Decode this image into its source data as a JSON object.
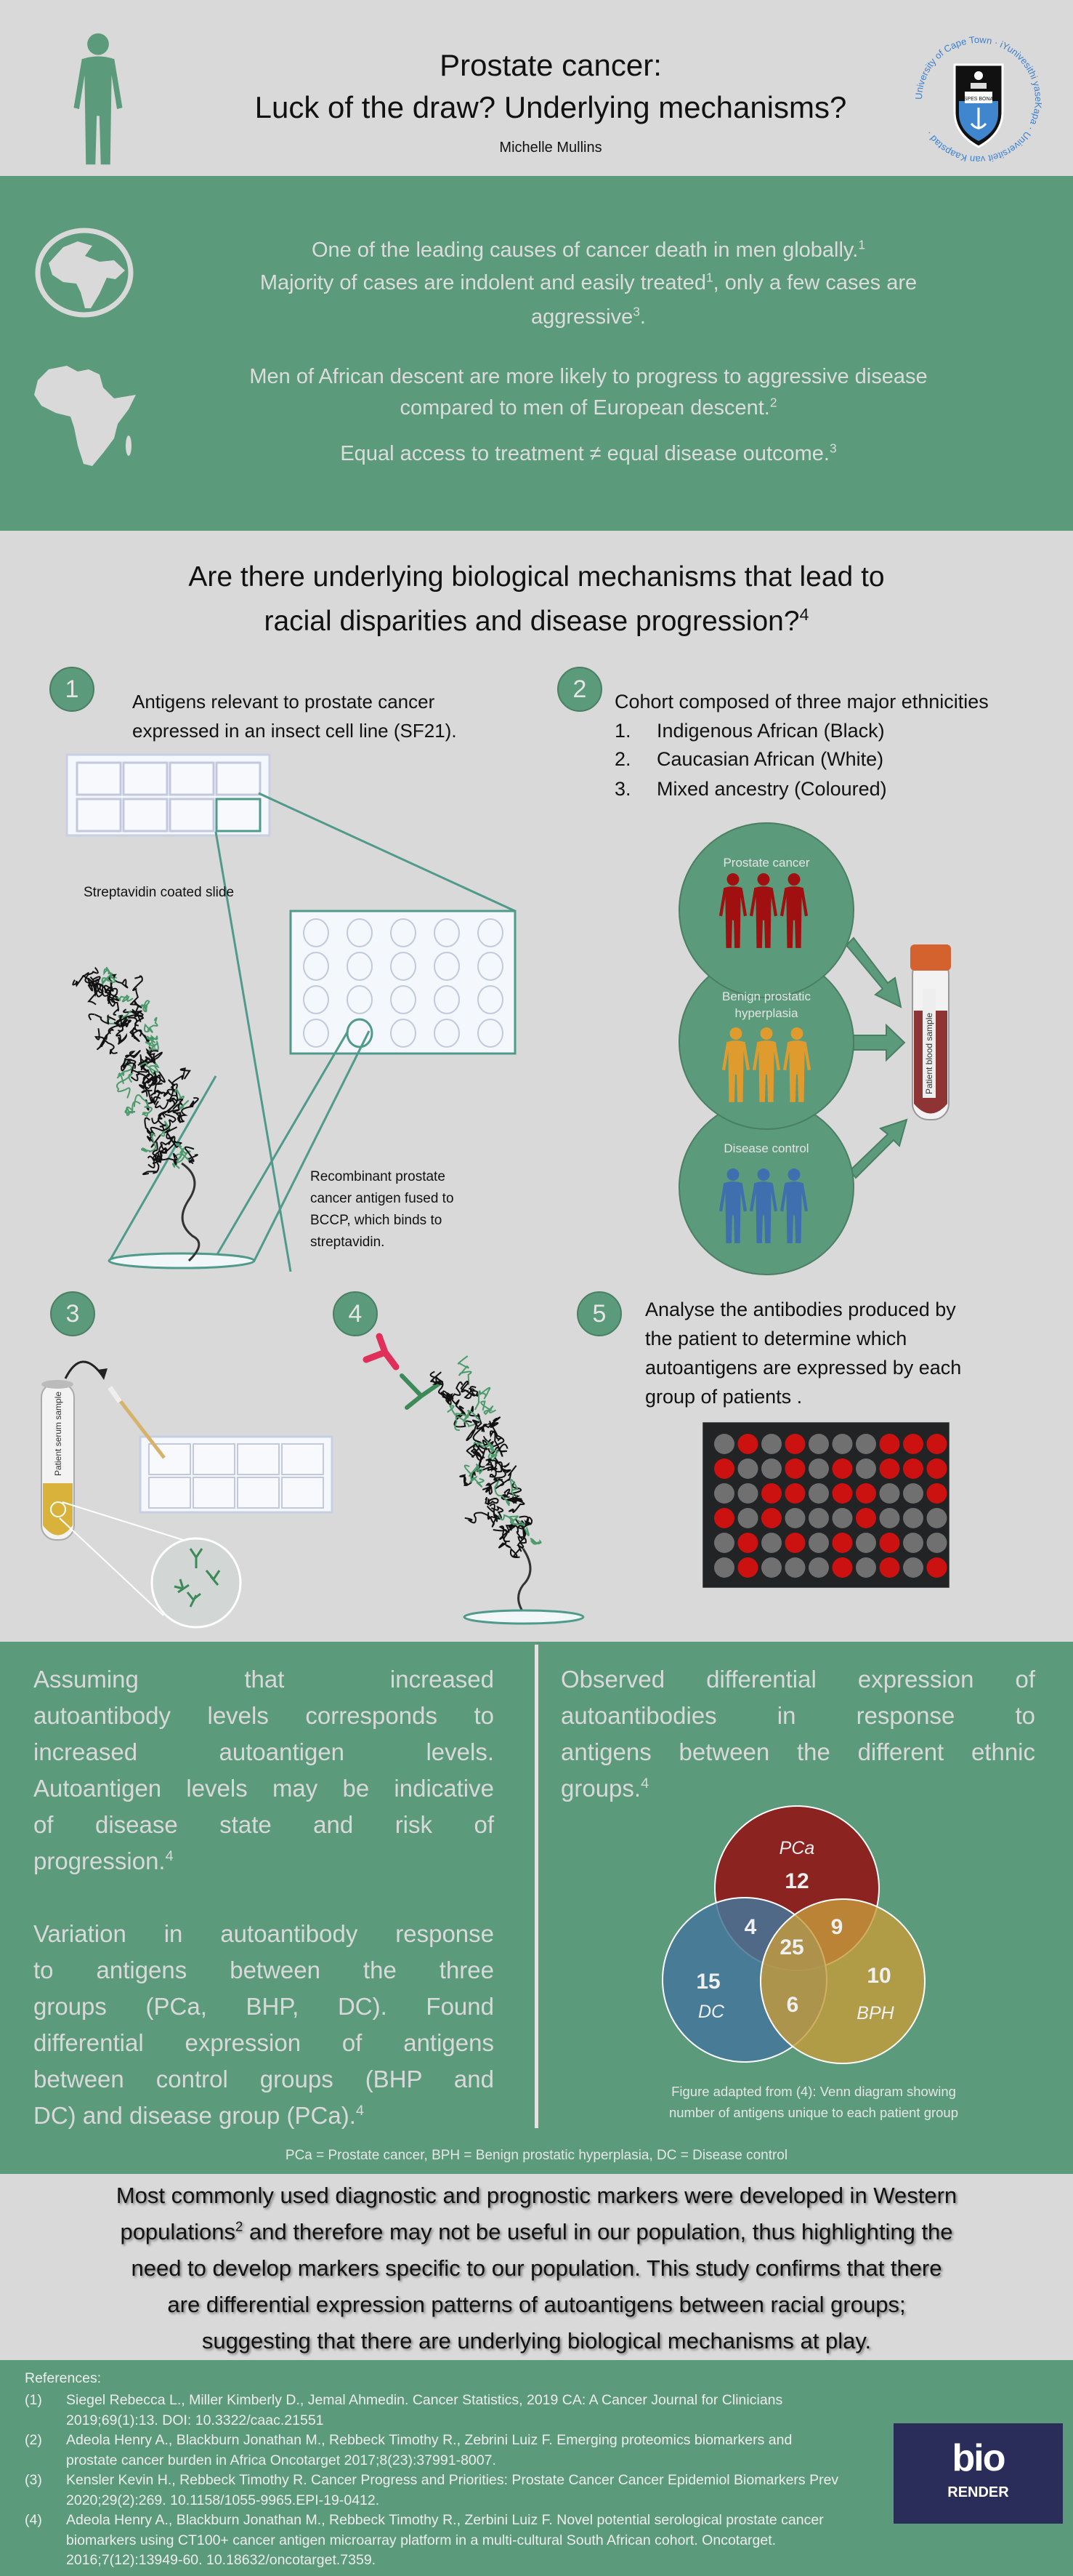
{
  "header": {
    "title_line1": "Prostate cancer:",
    "title_line2": "Luck of the draw? Underlying mechanisms?",
    "author": "Michelle Mullins"
  },
  "logos": {
    "uct_ring": "University of Cape Town · iYunivesithi yaseKapa · Universiteit van Kaapstad ·",
    "uct_motto": "SPES BONA",
    "biorender_top": "bio",
    "biorender_bottom": "RENDER"
  },
  "intro": {
    "lines": [
      [
        {
          "t": "One of the leading causes of cancer death in men globally."
        },
        {
          "sup": "1"
        }
      ],
      [
        {
          "t": "Majority of cases are indolent and easily treated"
        },
        {
          "sup": "1"
        },
        {
          "t": ", only a few cases are"
        }
      ],
      [
        {
          "t": "aggressive"
        },
        {
          "sup": "3"
        },
        {
          "t": "."
        }
      ],
      [
        {
          "t": "Men of African descent are more likely to progress to aggressive disease"
        }
      ],
      [
        {
          "t": "compared to men of European descent."
        },
        {
          "sup": "2"
        }
      ],
      [
        {
          "t": "Equal access to treatment ≠ equal disease outcome."
        },
        {
          "sup": "3"
        }
      ]
    ]
  },
  "question": {
    "line1": [
      {
        "t": "Are there underlying biological mechanisms that lead to"
      }
    ],
    "line2": [
      {
        "t": "racial disparities and disease progression?"
      },
      {
        "sup": "4"
      }
    ]
  },
  "steps": {
    "s1": {
      "num": "1",
      "lines": [
        "Antigens relevant to prostate cancer",
        "expressed in an insect cell line (SF21)."
      ],
      "slide_label": "Streptavidin coated slide",
      "antigen_label": [
        "Recombinant prostate",
        "cancer antigen fused to",
        "BCCP, which binds to",
        "streptavidin."
      ]
    },
    "s2": {
      "num": "2",
      "heading": "Cohort composed of three major ethnicities",
      "items": [
        {
          "n": "1.",
          "t": "Indigenous African (Black)"
        },
        {
          "n": "2.",
          "t": "Caucasian African (White)"
        },
        {
          "n": "3.",
          "t": "Mixed ancestry (Coloured)"
        }
      ],
      "groups": [
        {
          "label": [
            "Prostate cancer"
          ],
          "color": "#a01010"
        },
        {
          "label": [
            "Benign prostatic",
            "hyperplasia"
          ],
          "color": "#e09b2e"
        },
        {
          "label": [
            "Disease control"
          ],
          "color": "#3f6fae"
        }
      ],
      "tube_label": "Patient blood sample"
    },
    "s3": {
      "num": "3",
      "tube_label": "Patient serum sample"
    },
    "s4": {
      "num": "4"
    },
    "s5": {
      "num": "5",
      "lines": [
        "Analyse the antibodies produced by",
        "the patient to determine which",
        "autoantigens are expressed by each",
        "group of patients ."
      ],
      "array": [
        "grgrgggrrr",
        "rggrgrgrrr",
        "ggrrgrrggr",
        "rgrgggrggg",
        "grgrgrgrgg",
        "grgggrgrgr"
      ]
    }
  },
  "findings": {
    "left_p1": [
      [
        {
          "t": "Assuming that increased"
        }
      ],
      [
        {
          "t": "autoantibody levels corresponds to"
        }
      ],
      [
        {
          "t": "increased autoantigen levels."
        }
      ],
      [
        {
          "t": "Autoantigen levels may be indicative"
        }
      ],
      [
        {
          "t": "of disease state and risk of"
        }
      ],
      [
        {
          "t": "progression."
        },
        {
          "sup": "4"
        }
      ]
    ],
    "left_p2": [
      [
        {
          "t": "Variation in autoantibody response"
        }
      ],
      [
        {
          "t": "to antigens between the three"
        }
      ],
      [
        {
          "t": "groups (PCa, BHP, DC). Found"
        }
      ],
      [
        {
          "t": "differential expression of antigens"
        }
      ],
      [
        {
          "t": "between control groups (BHP and"
        }
      ],
      [
        {
          "t": "DC) and disease group (PCa)."
        },
        {
          "sup": "4"
        }
      ]
    ],
    "right_p": [
      [
        {
          "t": "Observed differential expression of"
        }
      ],
      [
        {
          "t": "autoantibodies in response to"
        }
      ],
      [
        {
          "t": "antigens between the different ethnic"
        }
      ],
      [
        {
          "t": "groups."
        },
        {
          "sup": "4"
        }
      ]
    ],
    "venn": {
      "sets": {
        "pca": "PCa",
        "dc": "DC",
        "bph": "BPH"
      },
      "values": {
        "pca_only": "12",
        "dc_only": "15",
        "bph_only": "10",
        "pca_dc": "4",
        "pca_bph": "9",
        "dc_bph": "6",
        "all": "25"
      },
      "colors": {
        "pca": "#8b2320",
        "dc": "#45759a",
        "bph": "#c59b3b"
      }
    },
    "caption": [
      "Figure adapted from (4): Venn diagram showing",
      "number of antigens unique to each patient group"
    ],
    "abbrev": "PCa = Prostate cancer, BPH = Benign prostatic hyperplasia, DC = Disease control"
  },
  "conclusion": {
    "lines": [
      [
        {
          "t": "Most commonly used diagnostic and prognostic markers were developed in Western"
        }
      ],
      [
        {
          "t": "populations"
        },
        {
          "sup": "2"
        },
        {
          "t": " and therefore may not be useful in our population, thus highlighting the"
        }
      ],
      [
        {
          "t": "need to develop markers specific to our population. This study confirms that there"
        }
      ],
      [
        {
          "t": "are differential expression patterns of autoantigens between racial groups;"
        }
      ],
      [
        {
          "t": "suggesting that there are underlying biological mechanisms at play."
        }
      ]
    ]
  },
  "references": {
    "heading": "References:",
    "items": [
      {
        "n": "(1)",
        "lines": [
          "Siegel Rebecca L., Miller Kimberly D., Jemal Ahmedin. Cancer Statistics, 2019 CA: A Cancer Journal for Clinicians",
          "2019;69(1):13. DOI: 10.3322/caac.21551"
        ]
      },
      {
        "n": "(2)",
        "lines": [
          "Adeola Henry A., Blackburn Jonathan M., Rebbeck Timothy R., Zebrini Luiz F. Emerging proteomics biomarkers and",
          "prostate cancer burden in Africa Oncotarget 2017;8(23):37991-8007."
        ]
      },
      {
        "n": "(3)",
        "lines": [
          "Kensler Kevin H., Rebbeck Timothy R. Cancer Progress and Priorities: Prostate Cancer Cancer Epidemiol Biomarkers Prev",
          "2020;29(2):269. 10.1158/1055-9965.EPI-19-0412."
        ]
      },
      {
        "n": "(4)",
        "lines": [
          "Adeola Henry A., Blackburn Jonathan M., Rebbeck Timothy R., Zerbini Luiz F. Novel potential serological prostate cancer",
          "biomarkers using CT100+ cancer antigen microarray platform in a multi-cultural South African cohort. Oncotarget.",
          "2016;7(12):13949-60. 10.18632/oncotarget.7359."
        ]
      }
    ]
  },
  "colors": {
    "green": "#5b9a7b",
    "gray": "#d9d9d9",
    "biorender": "#2a2d5a"
  }
}
